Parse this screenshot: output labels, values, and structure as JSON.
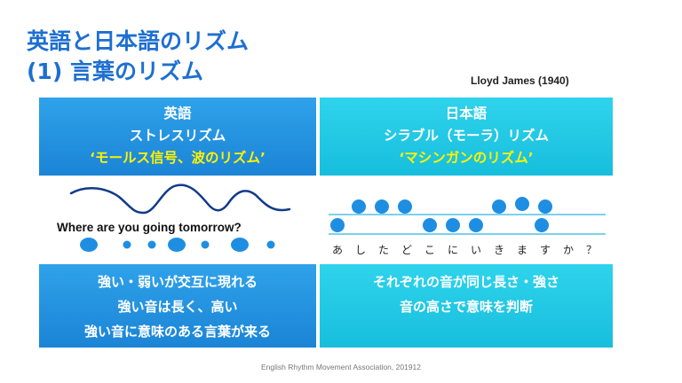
{
  "title": {
    "line1": "英語と日本語のリズム",
    "line2": "(1) 言葉のリズム"
  },
  "citation": "Lloyd James (1940)",
  "english": {
    "heading": "英語",
    "subheading": "ストレスリズム",
    "metaphor": "‘モールス信号、波のリズム’",
    "sentence": "Where are you going tomorrow?",
    "points": [
      "強い・弱いが交互に現れる",
      "強い音は長く、高い",
      "強い音に意味のある言葉が来る"
    ]
  },
  "japanese": {
    "heading": "日本語",
    "subheading": "シラブル（モーラ）リズム",
    "metaphor": "‘マシンガンのリズム’",
    "kana": [
      "あ",
      "し",
      "た",
      "ど",
      "こ",
      "に",
      "い",
      "き",
      "ま",
      "す",
      "か",
      "？"
    ],
    "points": [
      "それぞれの音が同じ長さ・強さ",
      "音の高さで意味を判断"
    ]
  },
  "footer": "English Rhythm Movement Association, 201912",
  "colors": {
    "title": "#1d6fd0",
    "english_box": "#1e88d9",
    "japanese_box": "#1fc4df",
    "highlight": "#fff200",
    "dot": "#1e8ee3",
    "rule_line": "#4fc3e8"
  }
}
